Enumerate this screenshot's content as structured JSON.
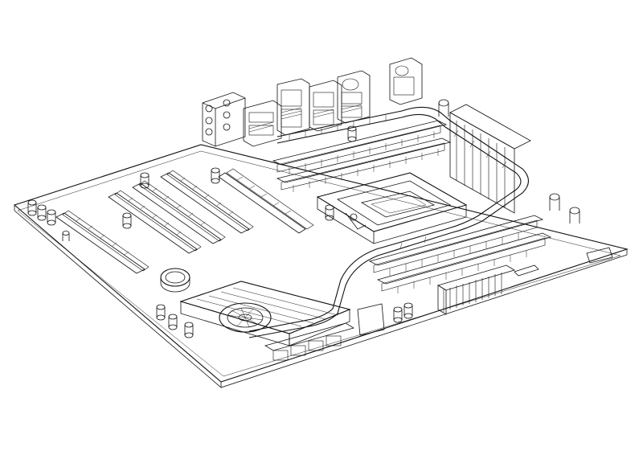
{
  "image": {
    "subject": "motherboard-wireframe",
    "palette": {
      "background": "#ffffff",
      "line": "#111111"
    }
  },
  "components": [
    "pcb-board",
    "cpu-socket",
    "ram-slots",
    "pcie-slots",
    "heat-pipe",
    "chipset-heatsink-fan",
    "io-ports",
    "vrm-heatsink",
    "capacitors",
    "power-connector"
  ]
}
